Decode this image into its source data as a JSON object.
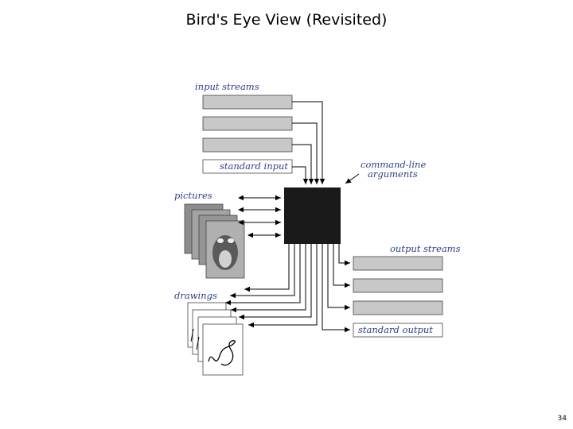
{
  "slide": {
    "title": "Bird's Eye View (Revisited)",
    "page_number": "34"
  },
  "diagram": {
    "labels": {
      "input_streams": "input streams",
      "standard_input": "standard input",
      "command_line_1": "command-line",
      "command_line_2": "arguments",
      "pictures": "pictures",
      "output_streams": "output streams",
      "standard_output": "standard output",
      "drawings": "drawings"
    },
    "colors": {
      "stream_fill": "#c8c8c8",
      "label_blue": "#2a3f86",
      "program_box": "#1a1a1a",
      "arrow": "#000000"
    }
  }
}
